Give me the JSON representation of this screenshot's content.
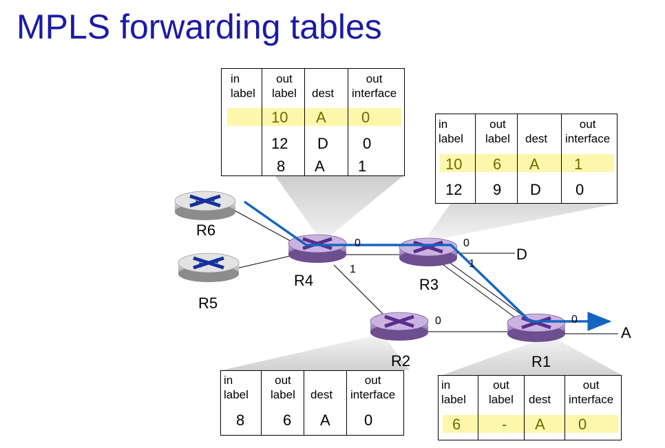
{
  "title": "MPLS forwarding tables",
  "headers": [
    "in label",
    "out label",
    "dest",
    "out interface"
  ],
  "header_lines": {
    "in": [
      "in",
      "label"
    ],
    "out": [
      "out",
      "label"
    ],
    "dest": [
      "dest"
    ],
    "iface": [
      "out",
      "interface"
    ]
  },
  "tables": {
    "r4": {
      "rows": [
        [
          "",
          "10",
          "A",
          "0"
        ],
        [
          "",
          "12",
          "D",
          "0"
        ],
        [
          "",
          "8",
          "A",
          "1"
        ]
      ],
      "highlight_row": 0
    },
    "r3": {
      "rows": [
        [
          "10",
          "6",
          "A",
          "1"
        ],
        [
          "12",
          "9",
          "D",
          "0"
        ]
      ],
      "highlight_row": 0
    },
    "r2": {
      "rows": [
        [
          "8",
          "6",
          "A",
          "0"
        ]
      ]
    },
    "r1": {
      "rows": [
        [
          "6",
          "-",
          "A",
          "0"
        ]
      ],
      "highlight_row": 0
    }
  },
  "routers": [
    "R6",
    "R5",
    "R4",
    "R3",
    "R2",
    "R1"
  ],
  "destinations": [
    "D",
    "A"
  ],
  "ports": {
    "r4_0": "0",
    "r4_1": "1",
    "r3_0": "0",
    "r3_1": "1",
    "r2_0": "0",
    "r1_0": "0"
  },
  "colors": {
    "title": "#1a1aa6",
    "path": "#1565c0",
    "highlight": "#fdf7ac",
    "router_mpls": "#a487c4",
    "router_ip": "#c8c8c8"
  }
}
